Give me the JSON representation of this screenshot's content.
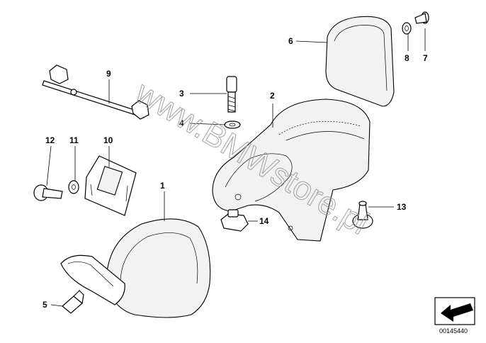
{
  "watermark": "www.BMWstore.pl",
  "document_number": "00145440",
  "callouts": {
    "p1": "1",
    "p2": "2",
    "p3": "3",
    "p4": "4",
    "p5": "5",
    "p6": "6",
    "p7": "7",
    "p8": "8",
    "p9": "9",
    "p10": "10",
    "p11": "11",
    "p12": "12",
    "p13": "13",
    "p14": "14"
  }
}
